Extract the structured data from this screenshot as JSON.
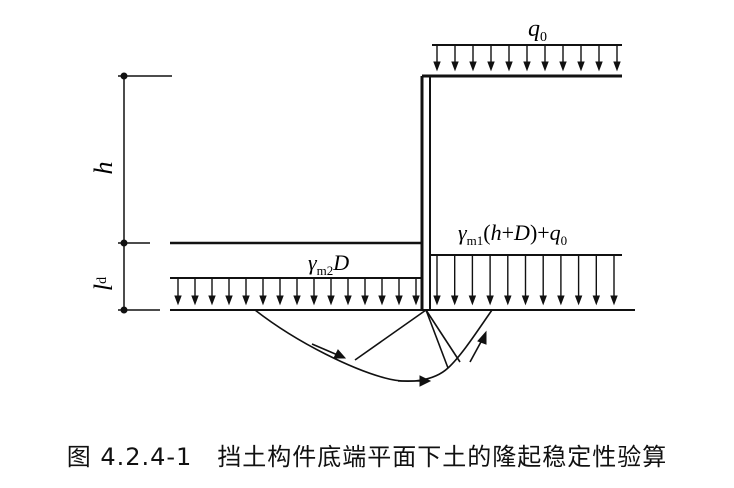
{
  "labels": {
    "q0_main": "q",
    "q0_sub": "0",
    "h": "h",
    "ld_main": "l",
    "ld_sub": "d",
    "right_load_gamma": "γ",
    "right_load_sub": "m1",
    "right_load_paren_open": "(",
    "right_load_h": "h",
    "right_load_plus": "+",
    "right_load_D": "D",
    "right_load_paren_close": ")+",
    "right_load_q": "q",
    "right_load_q_sub": "0",
    "left_load_gamma": "γ",
    "left_load_sub": "m2",
    "left_load_D": "D"
  },
  "caption": {
    "number": "图 4.2.4-1",
    "text": "挡土构件底端平面下土的隆起稳定性验算"
  }
}
